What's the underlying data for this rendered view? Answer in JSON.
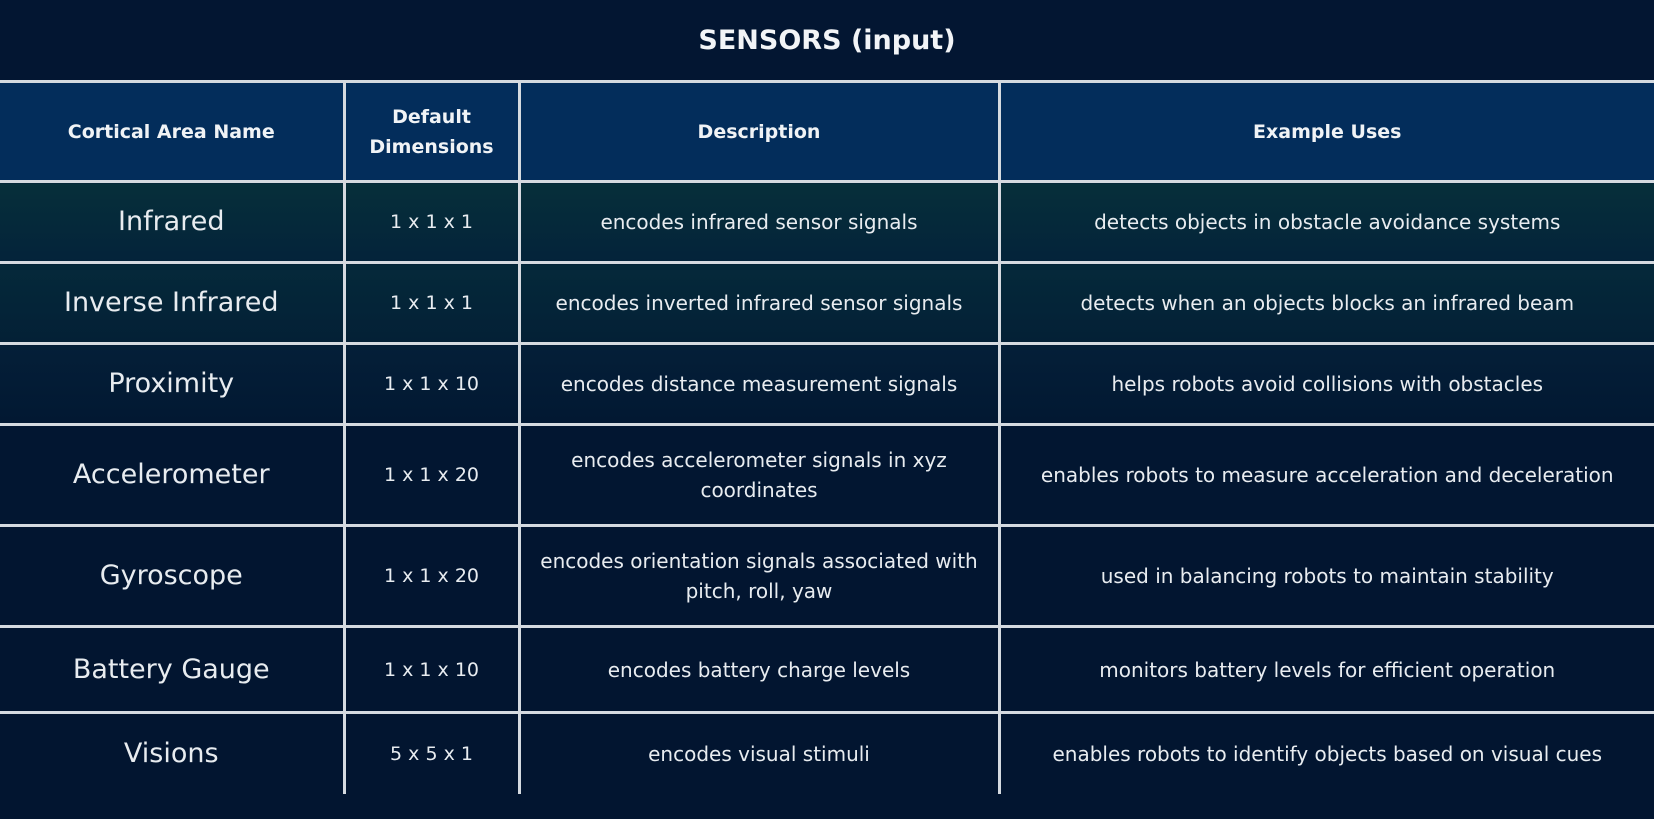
{
  "title": "SENSORS (input)",
  "headers": [
    "Cortical Area Name",
    "Default Dimensions",
    "Description",
    "Example Uses"
  ],
  "rows": [
    {
      "name": "Infrared",
      "dims": "1 x 1 x 1",
      "desc": "encodes infrared sensor signals",
      "uses": "detects objects in obstacle avoidance systems"
    },
    {
      "name": "Inverse Infrared",
      "dims": "1 x 1 x 1",
      "desc": "encodes inverted infrared sensor signals",
      "uses": "detects when an objects blocks an infrared beam"
    },
    {
      "name": "Proximity",
      "dims": "1 x 1 x 10",
      "desc": "encodes distance measurement signals",
      "uses": "helps robots avoid collisions with obstacles"
    },
    {
      "name": "Accelerometer",
      "dims": "1 x  1 x 20",
      "desc": "encodes accelerometer signals in xyz coordinates",
      "uses": "enables robots to measure acceleration and deceleration"
    },
    {
      "name": "Gyroscope",
      "dims": "1 x 1 x 20",
      "desc": "encodes orientation signals associated with pitch, roll, yaw",
      "uses": "used in balancing robots to maintain stability"
    },
    {
      "name": "Battery Gauge",
      "dims": "1 x 1 x 10",
      "desc": "encodes battery charge levels",
      "uses": "monitors battery levels for efficient operation"
    },
    {
      "name": "Visions",
      "dims": "5 x 5 x 1",
      "desc": "encodes visual stimuli",
      "uses": "enables robots to identify objects based on visual cues"
    }
  ]
}
